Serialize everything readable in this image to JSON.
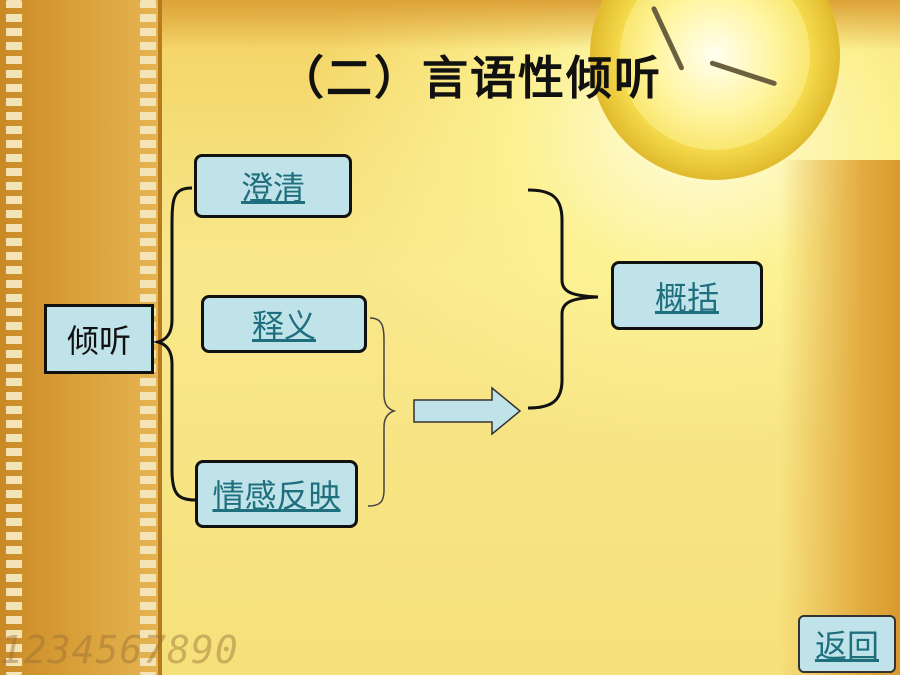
{
  "title": "（二）言语性倾听",
  "nodes": {
    "listen": "倾听",
    "clarify": "澄清",
    "paraphrase": "释义",
    "emotion": "情感反映",
    "summary": "概括"
  },
  "back_button": "返回",
  "background_digits": "1234567890",
  "colors": {
    "box_fill": "#bfe3e8",
    "link_text": "#1f6f7e",
    "arrow_fill": "#bfe3e8"
  }
}
